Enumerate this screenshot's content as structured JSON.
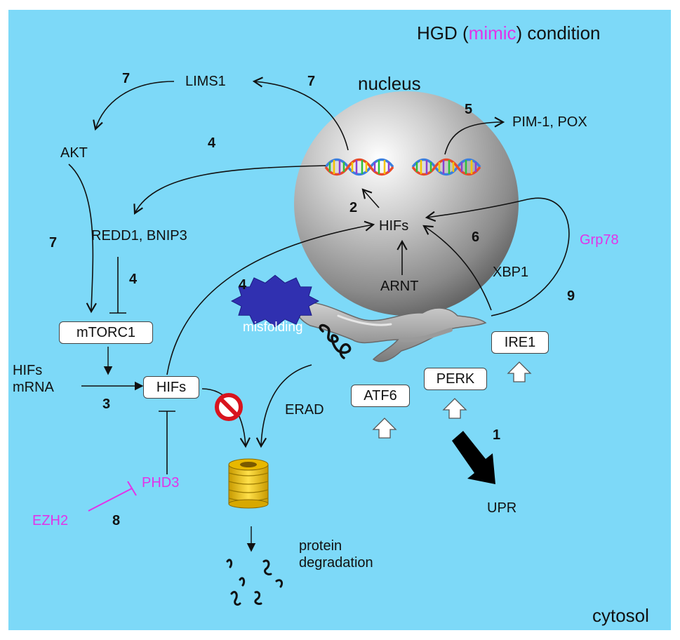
{
  "title": {
    "prefix": "HGD (",
    "highlight": "mimic",
    "suffix": ") condition"
  },
  "compartments": {
    "nucleus": "nucleus",
    "cytosol": "cytosol"
  },
  "labels": {
    "lims1": "LIMS1",
    "akt": "AKT",
    "redd1_bnip3": "REDD1, BNIP3",
    "pim1_pox": "PIM-1, POX",
    "hifs_nuclear": "HIFs",
    "arnt": "ARNT",
    "xbp1": "XBP1",
    "grp78": "Grp78",
    "misfolding": "misfolding",
    "hifs_mrna_1": "HIFs",
    "hifs_mrna_2": "mRNA",
    "erad": "ERAD",
    "phd3": "PHD3",
    "ezh2": "EZH2",
    "upr": "UPR",
    "protein_degradation_1": "protein",
    "protein_degradation_2": "degradation"
  },
  "boxes": {
    "mtorc1": "mTORC1",
    "hifs_cyto": "HIFs",
    "atf6": "ATF6",
    "perk": "PERK",
    "ire1": "IRE1"
  },
  "numbers": {
    "n7_left": "7",
    "n7_mid": "7",
    "n7_akt": "7",
    "n5": "5",
    "n4_redd": "4",
    "n2": "2",
    "n6": "6",
    "n4_mtor": "4",
    "n4_hif": "4",
    "n9": "9",
    "n3": "3",
    "n1": "1",
    "n8": "8"
  },
  "colors": {
    "background": "#7dd9f8",
    "highlight": "#e233e8",
    "proteasome": "#f5c400"
  }
}
